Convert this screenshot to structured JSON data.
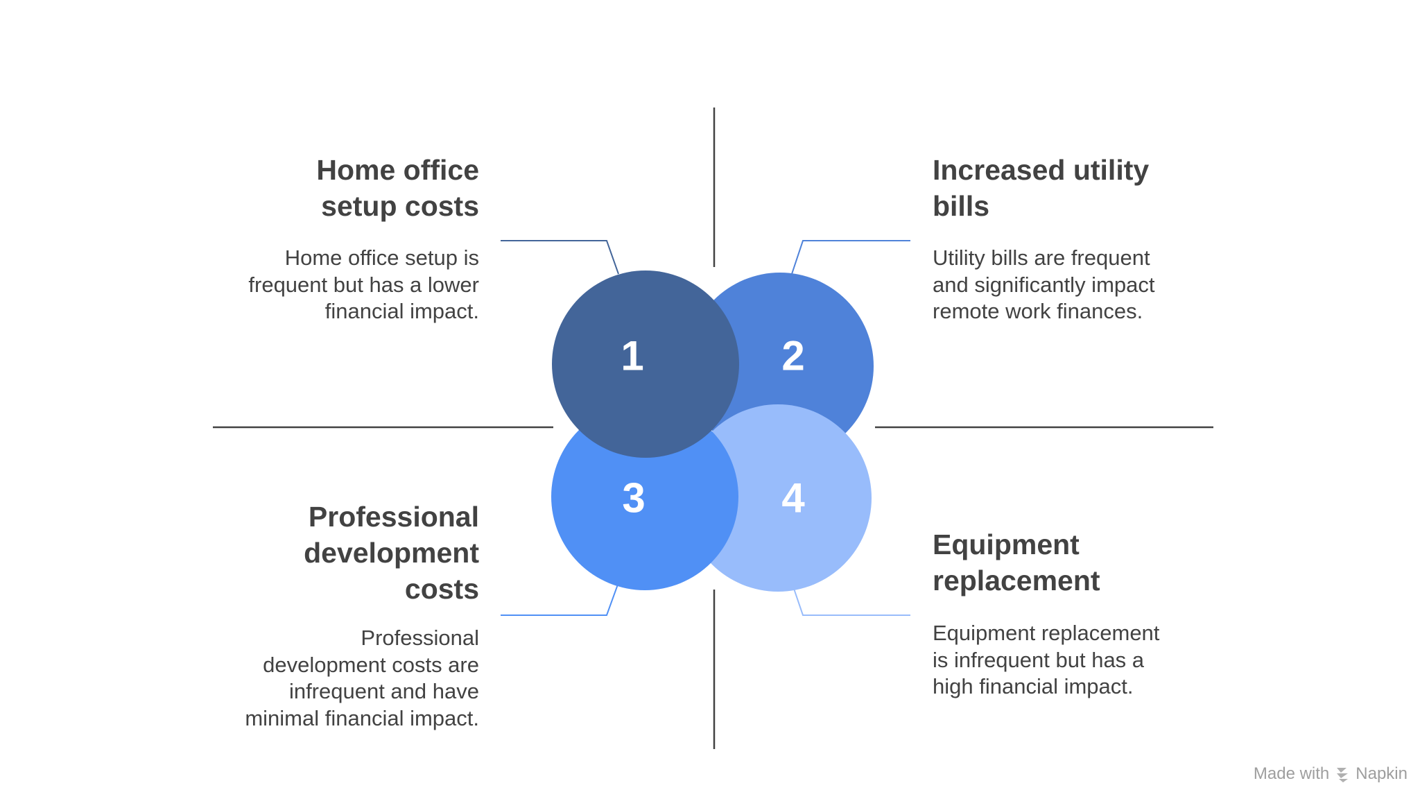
{
  "colors": {
    "circle_1": "#436599",
    "circle_2": "#4f82d9",
    "circle_3": "#5090f5",
    "circle_4": "#98bcfb",
    "divider": "#424242",
    "text": "#424242",
    "footer": "#9e9e9e"
  },
  "items": [
    {
      "number": "1",
      "title_lines": [
        "Home office",
        "setup costs"
      ],
      "desc_lines": [
        "Home office setup is",
        "frequent but has a lower",
        "financial impact."
      ]
    },
    {
      "number": "2",
      "title_lines": [
        "Increased utility",
        "bills"
      ],
      "desc_lines": [
        "Utility bills are frequent",
        "and significantly impact",
        "remote work finances."
      ]
    },
    {
      "number": "3",
      "title_lines": [
        "Professional",
        "development",
        "costs"
      ],
      "desc_lines": [
        "Professional",
        "development costs are",
        "infrequent and have",
        "minimal financial impact."
      ]
    },
    {
      "number": "4",
      "title_lines": [
        "Equipment",
        "replacement"
      ],
      "desc_lines": [
        "Equipment replacement",
        "is infrequent but has a",
        "high financial impact."
      ]
    }
  ],
  "footer": {
    "made_with": "Made with",
    "brand": "Napkin"
  }
}
